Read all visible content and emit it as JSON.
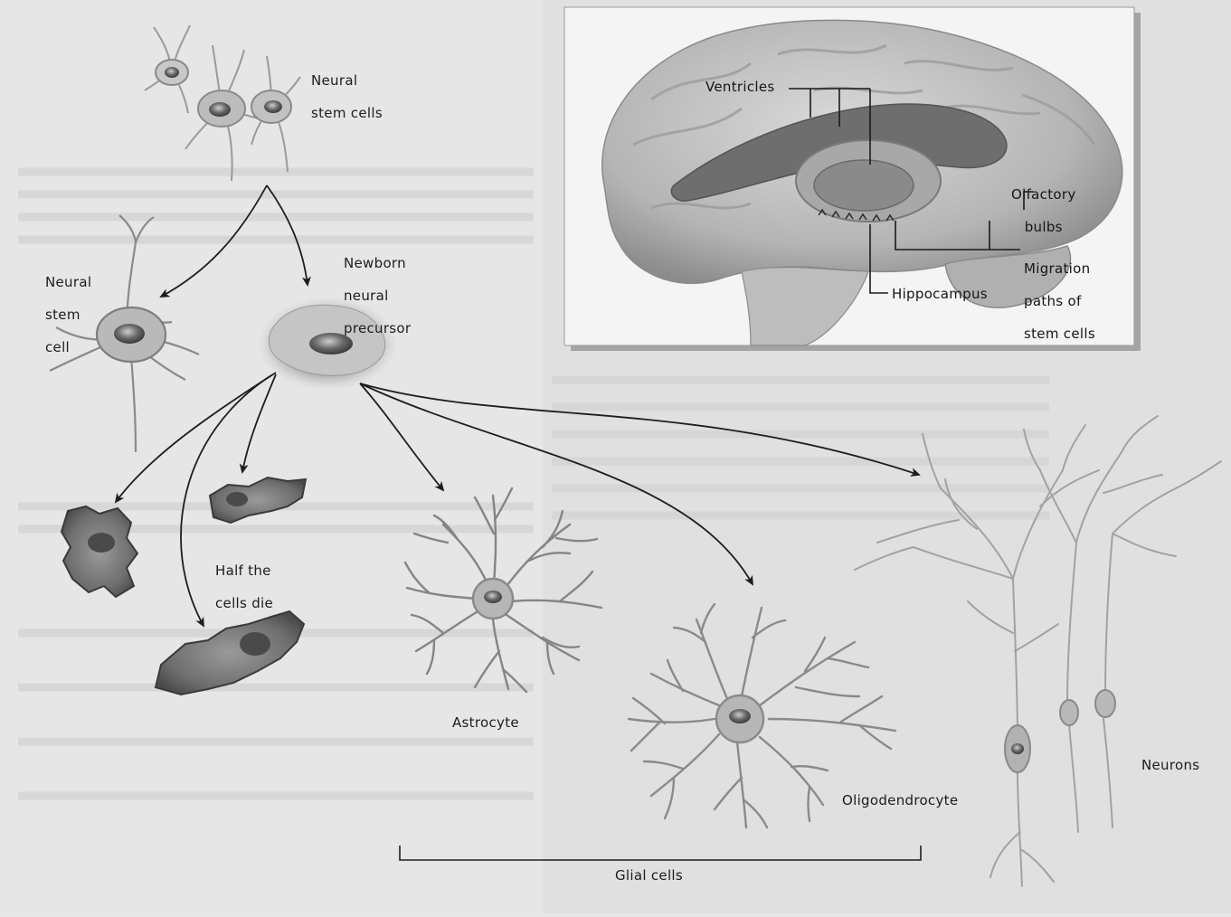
{
  "labels": {
    "neural_stem_cells": [
      "Neural",
      "stem cells"
    ],
    "neural_stem_cell": [
      "Neural",
      "stem",
      "cell"
    ],
    "newborn_precursor": [
      "Newborn",
      "neural",
      "precursor"
    ],
    "half_cells_die": [
      "Half the",
      "cells die"
    ],
    "astrocyte": "Astrocyte",
    "oligodendrocyte": "Oligodendrocyte",
    "glial_cells": "Glial cells",
    "neurons": "Neurons"
  },
  "inset": {
    "ventricles": "Ventricles",
    "olfactory_bulbs": [
      "Olfactory",
      "bulbs"
    ],
    "migration_paths": [
      "Migration",
      "paths of",
      "stem cells"
    ],
    "hippocampus": "Hippocampus"
  }
}
